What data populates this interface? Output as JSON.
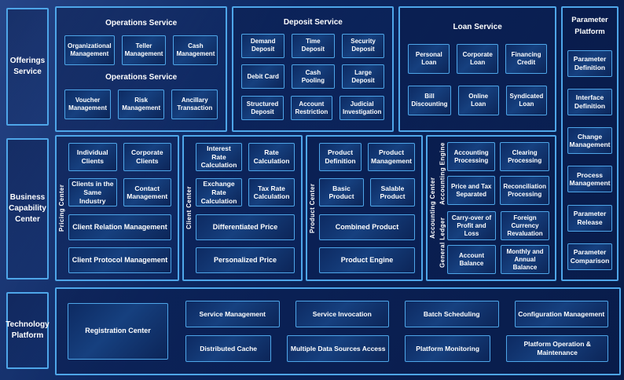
{
  "colors": {
    "accent_border": "#4ea6e9",
    "background_navy": "#0e2a66",
    "box_fill_dark": "#0c2558",
    "box_fill_light": "#16407f",
    "text": "#ffffff"
  },
  "offerings_service": {
    "label": "Offerings Service"
  },
  "operations": {
    "title": "Operations Service",
    "subtitle": "Operations Service",
    "row1": [
      "Organizational Management",
      "Teller Management",
      "Cash Management"
    ],
    "row2": [
      "Voucher Management",
      "Risk Management",
      "Ancillary Transaction"
    ]
  },
  "deposit": {
    "title": "Deposit Service",
    "row1": [
      "Demand Deposit",
      "Time Deposit",
      "Security Deposit"
    ],
    "row2": [
      "Debit Card",
      "Cash Pooling",
      "Large Deposit"
    ],
    "row3": [
      "Structured Deposit",
      "Account Restriction",
      "Judicial Investigation"
    ]
  },
  "loan": {
    "title": "Loan Service",
    "row1": [
      "Personal Loan",
      "Corporate Loan",
      "Financing Credit"
    ],
    "row2": [
      "Bill Discounting",
      "Online Loan",
      "Syndicated Loan"
    ]
  },
  "parameter_platform": {
    "title": "Parameter Platform",
    "items": [
      "Parameter Definition",
      "Interface Definition",
      "Change Management",
      "Process Management",
      "Parameter Release",
      "Parameter Comparison"
    ]
  },
  "business_capability": {
    "label": "Business Capability Center"
  },
  "pricing_center": {
    "vertical_label": "Pricing Center",
    "grid": [
      "Individual Clients",
      "Corporate Clients",
      "Clients in the Same Industry",
      "Contact Management"
    ],
    "wide": [
      "Client Relation Management",
      "Client Protocol Management"
    ]
  },
  "client_center": {
    "vertical_label": "Client Center",
    "grid": [
      "Interest Rate Calculation",
      "Rate Calculation",
      "Exchange Rate Calculation",
      "Tax Rate Calculation"
    ],
    "wide": [
      "Differentiated Price",
      "Personalized Price"
    ]
  },
  "product_center": {
    "vertical_label": "Product Center",
    "grid": [
      "Product Definition",
      "Product Management",
      "Basic Product",
      "Salable Product"
    ],
    "wide": [
      "Combined Product",
      "Product Engine"
    ]
  },
  "accounting_center": {
    "vertical_label": "Accounting Center",
    "engine": {
      "vertical_label": "Accounting Engine",
      "grid": [
        "Accounting Processing",
        "Clearing Processing",
        "Price and Tax Separated",
        "Reconciliation Processing"
      ]
    },
    "ledger": {
      "vertical_label": "General Ledger",
      "grid": [
        "Carry-over of Profit and Loss",
        "Foreign Currency Revaluation",
        "Account Balance",
        "Monthly and Annual Balance"
      ]
    }
  },
  "technology_platform": {
    "label": "Technology Platform",
    "registration": "Registration Center",
    "row1": [
      "Service Management",
      "Service Invocation",
      "Batch Scheduling",
      "Configuration Management"
    ],
    "row2": [
      "Distributed Cache",
      "Multiple Data Sources Access",
      "Platform Monitoring",
      "Platform Operation & Maintenance"
    ]
  }
}
